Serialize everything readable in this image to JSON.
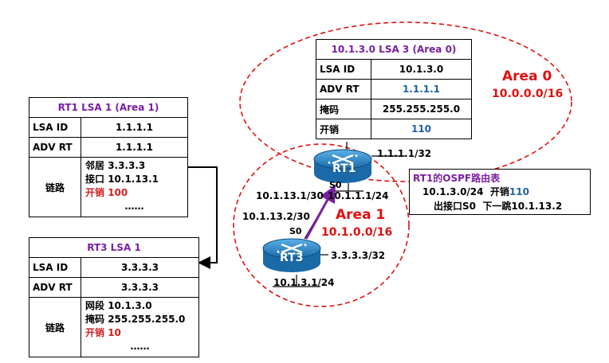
{
  "rt1_lsa1": {
    "title": "RT1 LSA 1 (Area 1)",
    "lsa_id_label": "LSA ID",
    "lsa_id": "1.1.1.1",
    "adv_rt_label": "ADV RT",
    "adv_rt": "1.1.1.1",
    "links_label": "链路",
    "neighbor_label": "邻居",
    "neighbor": "3.3.3.3",
    "interface_label": "接口",
    "interface": "10.1.13.1",
    "cost_label": "开销",
    "cost": "100",
    "ellipsis": "……"
  },
  "rt3_lsa1": {
    "title": "RT3 LSA 1",
    "lsa_id_label": "LSA ID",
    "lsa_id": "3.3.3.3",
    "adv_rt_label": "ADV RT",
    "adv_rt": "3.3.3.3",
    "links_label": "链路",
    "segment_label": "网段",
    "segment": "10.1.3.0",
    "mask_label": "掩码",
    "mask": "255.255.255.0",
    "cost_label": "开销",
    "cost": "10",
    "ellipsis": "……"
  },
  "lsa3": {
    "title": "10.1.3.0  LSA 3 (Area 0)",
    "lsa_id_label": "LSA ID",
    "lsa_id": "10.1.3.0",
    "adv_rt_label": "ADV RT",
    "adv_rt": "1.1.1.1",
    "mask_label": "掩码",
    "mask": "255.255.255.0",
    "cost_label": "开销",
    "cost": "110"
  },
  "area0": {
    "name": "Area 0",
    "network": "10.0.0.0/16"
  },
  "area1": {
    "name": "Area 1",
    "network": "10.1.0.0/16"
  },
  "routers": {
    "rt1": {
      "name": "RT1",
      "loopback": "1.1.1.1/32",
      "s0": "S0",
      "s0_ip": "10.1.13.1/30",
      "lan": "10.1.1.1/24"
    },
    "rt3": {
      "name": "RT3",
      "s0": "S0",
      "s0_ip": "10.1.13.2/30",
      "loopback": "3.3.3.3/32",
      "lan": "10.1.3.1/24"
    }
  },
  "route_table": {
    "title": "RT1的OSPF路由表",
    "dest": "10.1.3.0/24",
    "cost_label": "开销",
    "cost": "110",
    "out_if_label": "出接口",
    "out_if": "S0",
    "next_hop_label": "下一跳",
    "next_hop": "10.1.13.2"
  },
  "colors": {
    "area_border": "#e01010",
    "title": "#7a1fa2",
    "highlight_blue": "#1f5fa8",
    "cost_red": "#d02020",
    "arrow": "#7a1fa2",
    "router": "#1e78b8"
  }
}
